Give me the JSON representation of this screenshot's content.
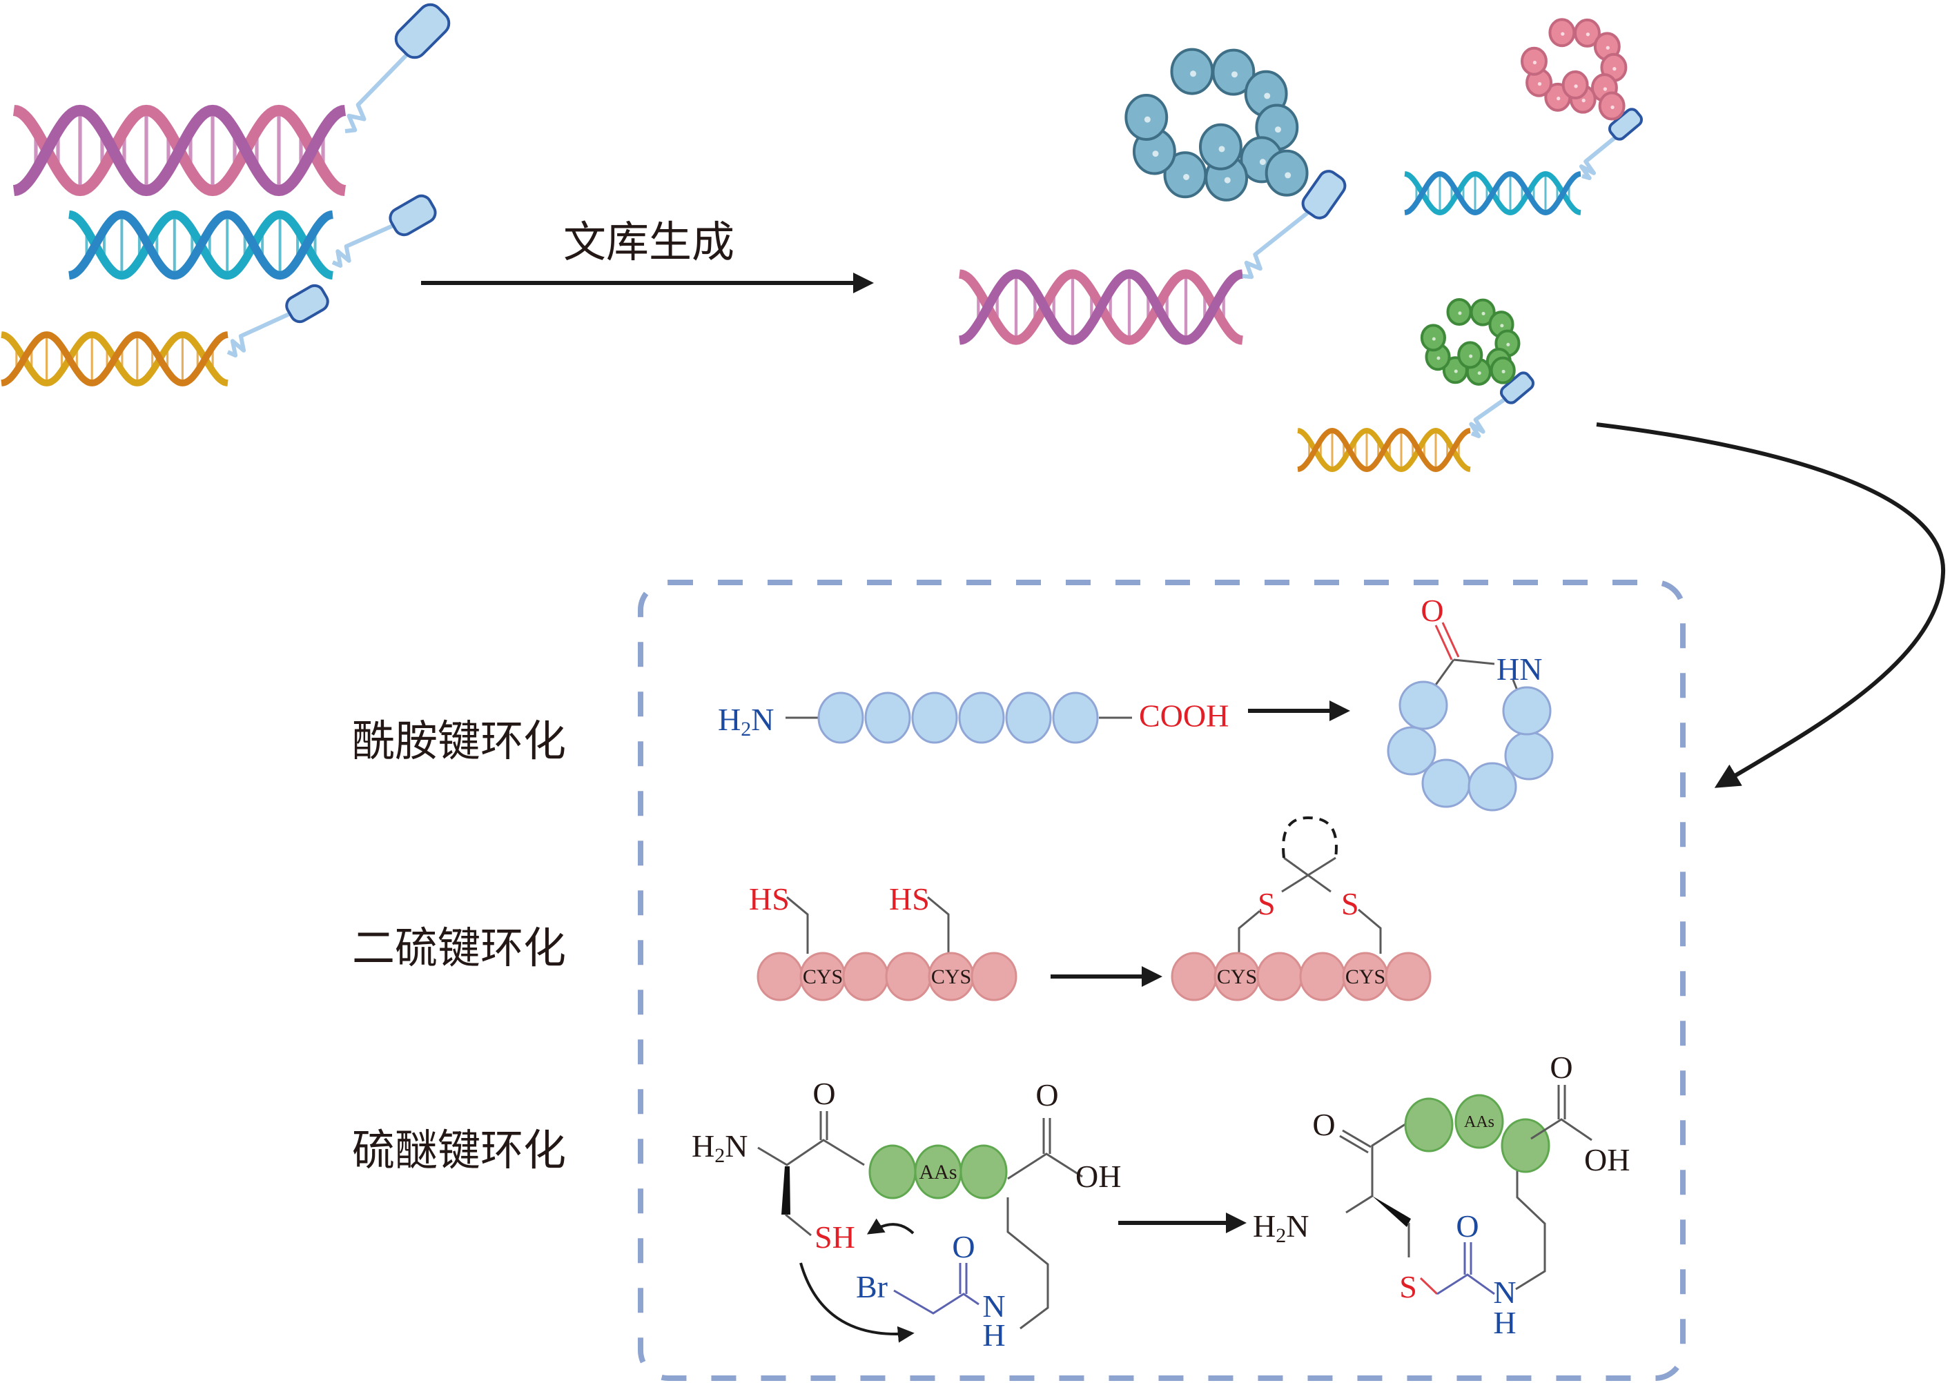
{
  "title": "DNA编码环肽文库构建与环化方式",
  "colors": {
    "red_atom": "#e21f26",
    "blue_atom": "#1b4aa0",
    "black_atom": "#231815",
    "dash_box": "#8da3d0",
    "amide_bead": "#b7d6ef",
    "amide_bead_stroke": "#8fa6d6",
    "disulfide_bead": "#e8a7a8",
    "disulfide_bead_stroke": "#d98e90",
    "thioether_bead": "#8fc07b",
    "thioether_bead_stroke": "#5fa84f",
    "tag_fill": "#b8d8f0",
    "tag_stroke": "#2a55a0",
    "linker": "#a9cdea"
  },
  "library_step": {
    "label": "文库生成"
  },
  "input_dna": [
    {
      "name": "dna-pink-purple",
      "strand_a": "#a85fa3",
      "strand_b": "#d07199",
      "rung": "#c77fb6"
    },
    {
      "name": "dna-blue-teal",
      "strand_a": "#2a86c4",
      "strand_b": "#1eaac4",
      "rung": "#45b3c9"
    },
    {
      "name": "dna-gold-orange",
      "strand_a": "#d17d1a",
      "strand_b": "#d8a41a",
      "rung": "#e5a23a"
    }
  ],
  "library_members": [
    {
      "name": "blue-peptide-on-pink-dna",
      "bead": "#7fb5cc",
      "bead_stroke": "#3e6f86",
      "bead_count": 11
    },
    {
      "name": "pink-peptide-on-teal-dna",
      "bead": "#e8899b",
      "bead_stroke": "#c4687f",
      "bead_count": 11
    },
    {
      "name": "green-peptide-on-gold-dna",
      "bead": "#6cb35f",
      "bead_stroke": "#3f8a3a",
      "bead_count": 11
    }
  ],
  "cyclization_types": [
    {
      "label": "酰胺键环化",
      "reactant": {
        "n_term": "H",
        "n_term_sub": "2",
        "n_term_tail": "N",
        "c_term": "COOH",
        "bead_count": 6
      },
      "product": {
        "carbonyl_o": "O",
        "amide_n": "HN",
        "bead_count": 6
      }
    },
    {
      "label": "二硫键环化",
      "reactant": {
        "thiol_1": "HS",
        "thiol_2": "HS",
        "cys_1": "CYS",
        "cys_2": "CYS",
        "bead_count": 6
      },
      "product": {
        "sulfur_1": "S",
        "sulfur_2": "S",
        "cys_1": "CYS",
        "cys_2": "CYS",
        "bead_count": 6
      }
    },
    {
      "label": "硫醚键环化",
      "reactant": {
        "amine": "H",
        "amine_sub": "2",
        "amine_tail": "N",
        "ketone_o": "O",
        "acid_o": "O",
        "acid_oh": "OH",
        "thiol": "SH",
        "bromo": "Br",
        "amide_o": "O",
        "amide_n": "N",
        "amide_h": "H",
        "aas": "AAs"
      },
      "product": {
        "amine": "H",
        "amine_sub": "2",
        "amine_tail": "N",
        "ketone_o": "O",
        "acid_o": "O",
        "acid_oh": "OH",
        "sulfur": "S",
        "amide_o": "O",
        "amide_n": "N",
        "amide_h": "H",
        "aas": "AAs"
      }
    }
  ]
}
